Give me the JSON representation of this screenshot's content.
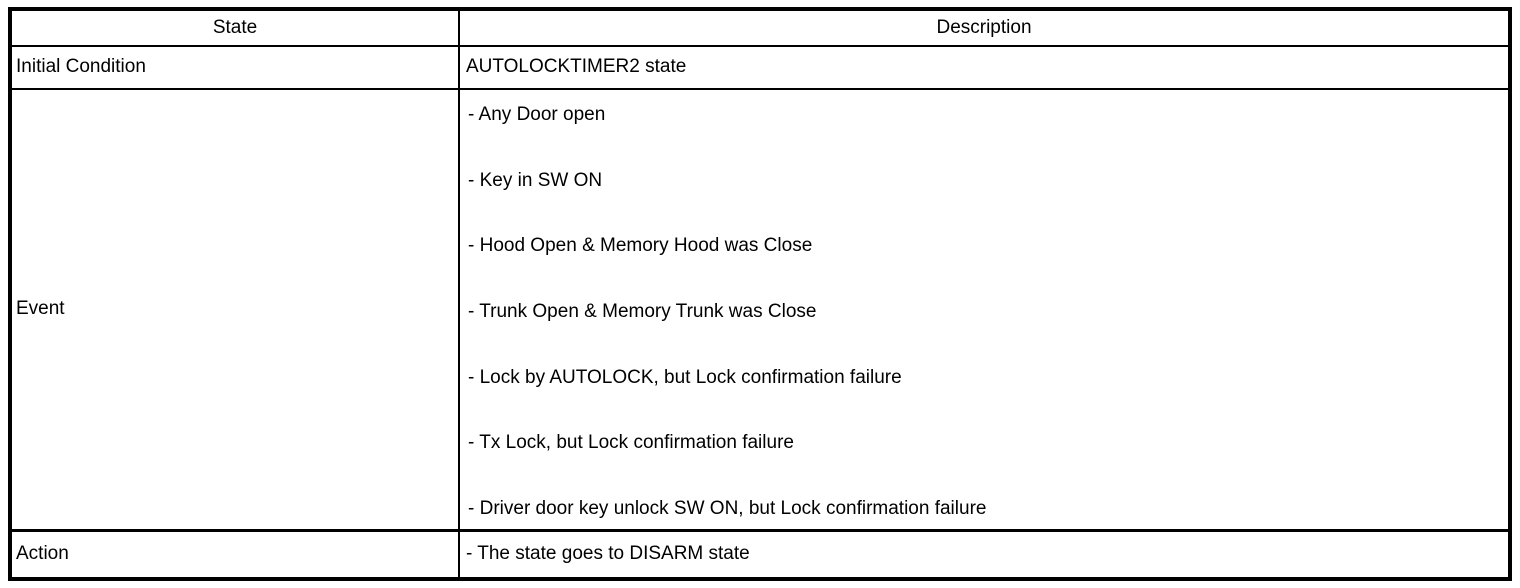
{
  "table": {
    "headers": {
      "state": "State",
      "description": "Description"
    },
    "rows": [
      {
        "state": "Initial Condition",
        "description": "AUTOLOCKTIMER2 state"
      },
      {
        "state": "Event",
        "description_items": [
          "- Any Door open",
          "- Key in SW ON",
          "- Hood Open & Memory Hood was Close",
          "- Trunk Open & Memory Trunk was Close",
          "- Lock by AUTOLOCK, but Lock confirmation failure",
          "- Tx Lock, but Lock confirmation failure",
          "- Driver door key unlock SW ON, but Lock confirmation failure"
        ]
      },
      {
        "state": "Action",
        "description": "- The state goes to DISARM state"
      }
    ],
    "border_color": "#000000",
    "background_color": "#ffffff"
  }
}
